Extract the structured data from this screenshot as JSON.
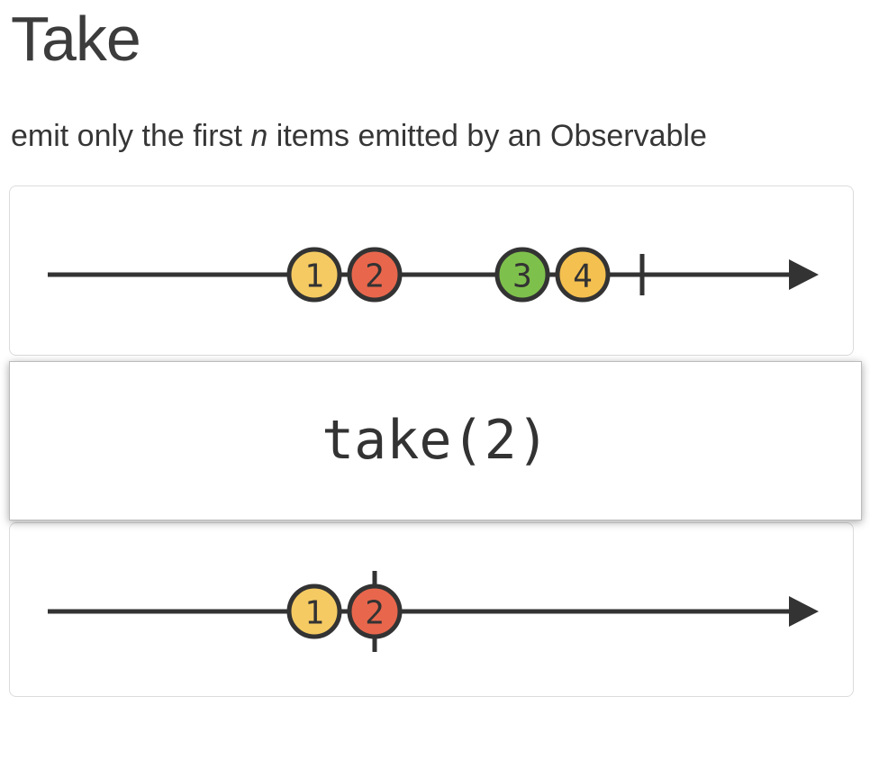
{
  "page": {
    "title": "Take",
    "subtitle": {
      "prefix": "emit only the first ",
      "emphasis": "n",
      "suffix": " items emitted by an Observable"
    }
  },
  "operator": {
    "label": "take(2)"
  },
  "colors": {
    "ink": "#333333",
    "box_border": "#dcdcdc",
    "operator_border": "#bcbcbc",
    "marble_yellow": "#f5ca62",
    "marble_red": "#e8674c",
    "marble_green": "#7ec04c",
    "marble_amber": "#f4c04f"
  },
  "diagram": {
    "input": {
      "marbles": [
        {
          "value": "1",
          "color": "#f5ca62"
        },
        {
          "value": "2",
          "color": "#e8674c"
        },
        {
          "value": "3",
          "color": "#7ec04c"
        },
        {
          "value": "4",
          "color": "#f4c04f"
        }
      ],
      "completed": "true"
    },
    "output": {
      "marbles": [
        {
          "value": "1",
          "color": "#f5ca62"
        },
        {
          "value": "2",
          "color": "#e8674c"
        }
      ],
      "completed": "true"
    }
  }
}
